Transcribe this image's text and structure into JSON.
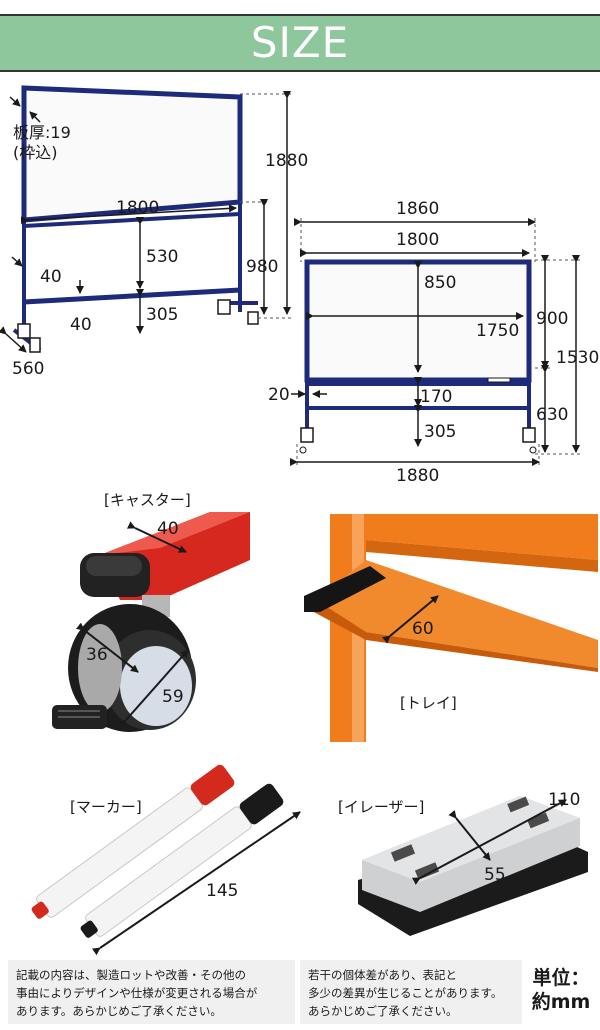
{
  "header": {
    "title": "SIZE",
    "color": "#8fc79c"
  },
  "side_view": {
    "board_thickness_label": "板厚:19",
    "board_thickness_sub": "(枠込)",
    "height_total": "1880",
    "board_width": "1800",
    "mid_height": "530",
    "lower_height": "305",
    "side_height": "980",
    "frame_width_a": "40",
    "frame_width_b": "40",
    "depth": "560"
  },
  "front_view": {
    "outer_width": "1860",
    "board_width": "1800",
    "board_height": "850",
    "inner_width": "1750",
    "frame_offset": "20",
    "tray_gap": "170",
    "lower_height": "305",
    "board_part_height": "900",
    "total_height": "1530",
    "leg_height": "630",
    "base_width": "1880"
  },
  "caster": {
    "label": "[キャスター]",
    "width": "40",
    "wheel_inner": "36",
    "wheel_outer": "59"
  },
  "tray": {
    "label": "[トレイ]",
    "depth": "60"
  },
  "marker": {
    "label": "[マーカー]",
    "length": "145"
  },
  "eraser": {
    "label": "[イレーザー]",
    "length": "110",
    "width": "55"
  },
  "notes": {
    "left_1": "記載の内容は、製造ロットや改善・その他の",
    "left_2": "事由によりデザインや仕様が変更される場合が",
    "left_3": "あります。あらかじめご了承ください。",
    "right_1": "若干の個体差があり、表記と",
    "right_2": "多少の差異が生じることがあります。",
    "right_3": "あらかじめご了承ください。",
    "unit_1": "単位：",
    "unit_2": "約mm"
  },
  "colors": {
    "frame": "#1e2a7a",
    "caster_red": "#d6281e",
    "tray_orange": "#f07c1c",
    "marker_red": "#d42a1e"
  }
}
